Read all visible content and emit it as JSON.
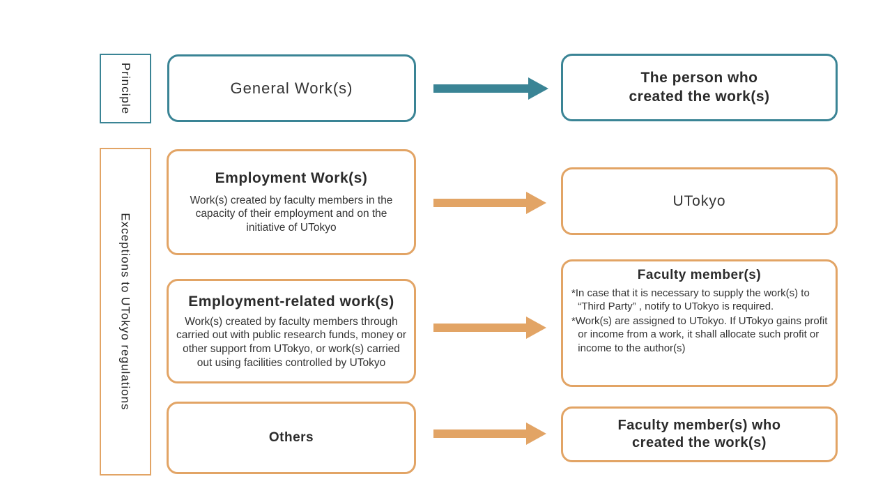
{
  "colors": {
    "teal": "#3a8495",
    "orange": "#e2a465",
    "text": "#2b2b2b"
  },
  "side_labels": {
    "principle": "Principle",
    "exceptions": "Exceptions to UTokyo regulations"
  },
  "left_column": {
    "general_work": {
      "title": "General Work(s)"
    },
    "employment_work": {
      "title": "Employment Work(s)",
      "body": "Work(s) created by faculty members in the capacity of their employment and on the initiative of UTokyo"
    },
    "employment_related": {
      "title": "Employment-related work(s)",
      "body": "Work(s) created by faculty members through carried out with public research funds, money or other support from UTokyo, or work(s) carried out using facilities controlled by UTokyo"
    },
    "others": {
      "title": "Others"
    }
  },
  "right_column": {
    "person_created": {
      "title": "The person who\ncreated the work(s)"
    },
    "utokyo": {
      "title": "UTokyo"
    },
    "faculty_member": {
      "title": "Faculty member(s)",
      "notes": [
        "*In case that it is necessary to supply the work(s) to “Third Party” , notify to UTokyo is required.",
        "*Work(s) are assigned to UTokyo. If UTokyo gains profit or income from a work, it shall allocate such profit or income to the author(s)"
      ]
    },
    "faculty_created": {
      "title": "Faculty member(s) who\ncreated the work(s)"
    }
  }
}
